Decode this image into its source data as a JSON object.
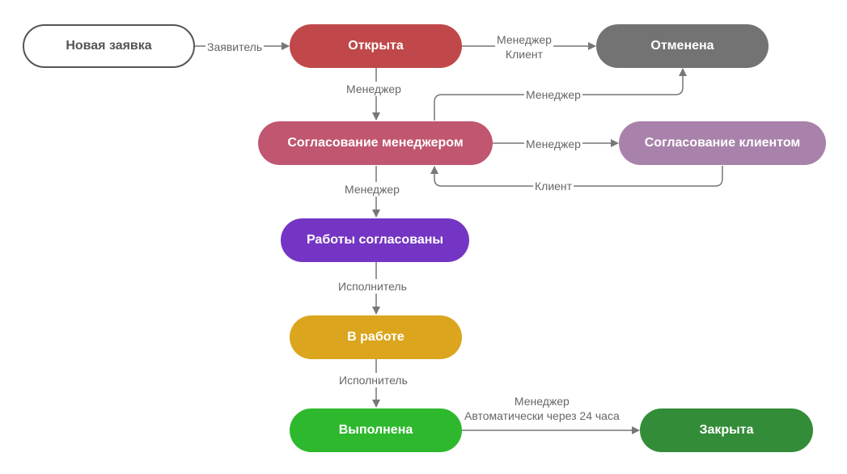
{
  "nodes": {
    "new": {
      "label": "Новая заявка",
      "color": "#ffffff"
    },
    "open": {
      "label": "Открыта",
      "color": "#c0484a"
    },
    "cancelled": {
      "label": "Отменена",
      "color": "#737373"
    },
    "mgr_approval": {
      "label": "Согласование менеджером",
      "color": "#c0566f"
    },
    "client_approval": {
      "label": "Согласование клиентом",
      "color": "#a882aa"
    },
    "approved": {
      "label": "Работы согласованы",
      "color": "#7535c4"
    },
    "in_progress": {
      "label": "В работе",
      "color": "#dba51d"
    },
    "done": {
      "label": "Выполнена",
      "color": "#2eb82e"
    },
    "closed": {
      "label": "Закрыта",
      "color": "#338c38"
    }
  },
  "edges": {
    "new_open": "Заявитель",
    "open_cancel_1": "Менеджер",
    "open_cancel_2": "Клиент",
    "open_mgr": "Менеджер",
    "mgr_cancel": "Менеджер",
    "mgr_client": "Менеджер",
    "client_mgr": "Клиент",
    "mgr_approved": "Менеджер",
    "approved_work": "Исполнитель",
    "work_done": "Исполнитель",
    "done_closed_1": "Менеджер",
    "done_closed_2": "Автоматически через 24 часа"
  },
  "colors": {
    "edge": "#777777"
  }
}
